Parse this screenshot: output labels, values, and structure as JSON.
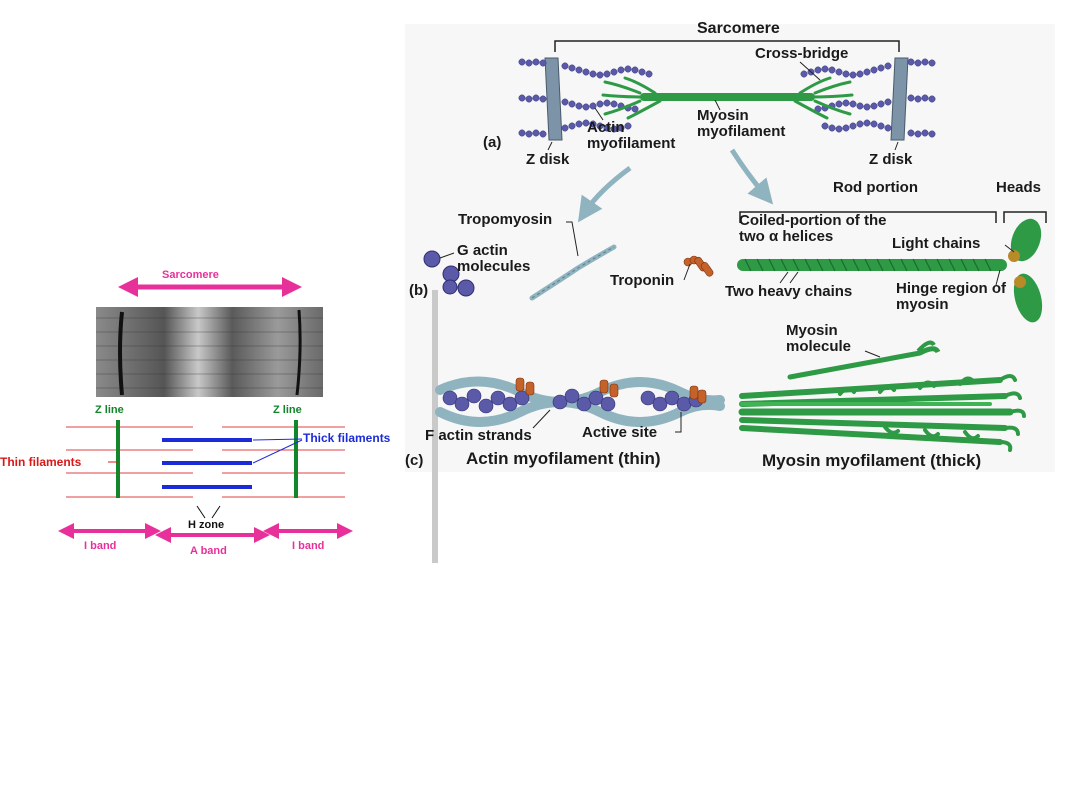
{
  "left_diagram": {
    "sarcomere": "Sarcomere",
    "z_line_left": "Z line",
    "z_line_right": "Z line",
    "thick_filaments": "Thick filaments",
    "thin_filaments": "Thin filaments",
    "h_zone": "H zone",
    "i_band_left": "I band",
    "a_band": "A band",
    "i_band_right": "I band"
  },
  "right_diagram": {
    "panel_a": "(a)",
    "panel_b": "(b)",
    "panel_c": "(c)",
    "sarcomere": "Sarcomere",
    "cross_bridge": "Cross-bridge",
    "actin_myofilament_a": "Actin myofilament",
    "myosin_myofilament_a": "Myosin myofilament",
    "z_disk_left": "Z disk",
    "z_disk_right": "Z disk",
    "rod_portion": "Rod portion",
    "heads": "Heads",
    "tropomyosin": "Tropomyosin",
    "g_actin": "G actin molecules",
    "troponin": "Troponin",
    "coiled_portion": "Coiled-portion of the two α helices",
    "light_chains": "Light chains",
    "two_heavy_chains": "Two heavy chains",
    "hinge_region": "Hinge region of myosin",
    "myosin_molecule": "Myosin molecule",
    "f_actin_strands": "F actin strands",
    "active_site": "Active site",
    "actin_thin": "Actin myofilament (thin)",
    "myosin_thick": "Myosin myofilament (thick)"
  },
  "colors": {
    "pink": "#e8309a",
    "green": "#13852a",
    "red": "#d91818",
    "blue": "#1c2bd8",
    "myosin_green": "#2e9a45",
    "actin_purple": "#5b5aa8",
    "troponin_orange": "#c4622a"
  }
}
